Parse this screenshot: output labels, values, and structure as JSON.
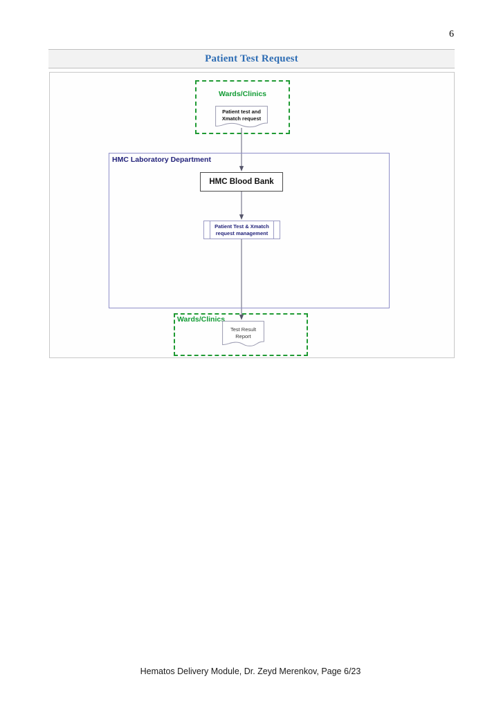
{
  "page": {
    "number": "6",
    "footer": "Hematos Delivery Module, Dr. Zeyd Merenkov, Page 6/23"
  },
  "slide": {
    "title": "Patient Test Request"
  },
  "colors": {
    "title_blue": "#2e6db4",
    "lane_green": "#1f9a33",
    "label_green": "#119b33",
    "lane_blue": "#8e8ec9",
    "label_blue": "#22227a",
    "node_border": "#4a4a4a",
    "connector": "#7a7a8c",
    "header_bg": "#f2f2f2"
  },
  "chart_data": {
    "type": "diagram",
    "title": "Patient Test Request",
    "lanes": [
      {
        "id": "lane-wards-top",
        "label": "Wards/Clinics",
        "style": "dashed",
        "color": "#1f9a33",
        "label_align": "center"
      },
      {
        "id": "lane-hmc-lab",
        "label": "HMC Laboratory Department",
        "style": "solid",
        "color": "#8e8ec9",
        "label_align": "left"
      },
      {
        "id": "lane-wards-bottom",
        "label": "Wards/Clinics",
        "style": "dashed",
        "color": "#1f9a33",
        "label_align": "left"
      }
    ],
    "nodes": [
      {
        "id": "node-patient-test-request",
        "label": "Patient test and Xmatch request",
        "line1": "Patient test and",
        "line2": "Xmatch request",
        "shape": "document",
        "lane": "lane-wards-top"
      },
      {
        "id": "node-hmc-blood-bank",
        "label": "HMC Blood Bank",
        "shape": "process",
        "lane": "lane-hmc-lab"
      },
      {
        "id": "node-request-management",
        "label": "Patient Test & Xmatch request management",
        "line1": "Patient Test & Xmatch",
        "line2": "request management",
        "shape": "predefined-process",
        "lane": "lane-hmc-lab"
      },
      {
        "id": "node-test-result-report",
        "label": "Test Result Report",
        "line1": "Test Result",
        "line2": "Report",
        "shape": "document",
        "lane": "lane-wards-bottom"
      }
    ],
    "edges": [
      {
        "from": "node-patient-test-request",
        "to": "node-hmc-blood-bank",
        "arrow": true
      },
      {
        "from": "node-hmc-blood-bank",
        "to": "node-request-management",
        "arrow": true
      },
      {
        "from": "node-request-management",
        "to": "node-test-result-report",
        "arrow": true
      }
    ]
  }
}
